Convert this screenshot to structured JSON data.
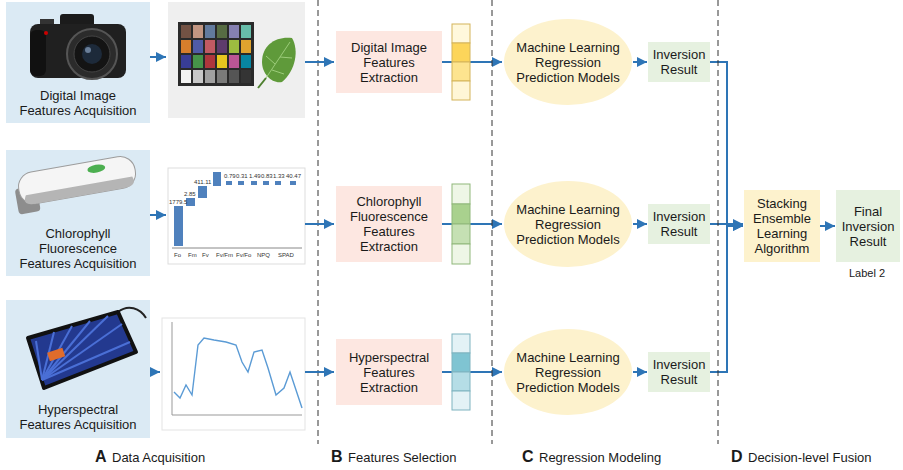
{
  "diagram": {
    "nodes": [
      {
        "text": [
          "Digital Image Features Acquisition"
        ]
      },
      {
        "text": [
          "Digital Image Features Extraction"
        ]
      },
      {
        "text": [
          "Machine Learning Regression Prediction Models"
        ]
      },
      {
        "text": [
          "Inversion Result"
        ]
      },
      {
        "text": [
          "Chlorophyll Fluorescence Features Acquisition"
        ]
      },
      {
        "text": [
          "Chlorophyll Fluorescence Features Extraction"
        ]
      },
      {
        "text": [
          "Machine Learning Regression Prediction Models"
        ]
      },
      {
        "text": [
          "Inversion Result"
        ]
      },
      {
        "text": [
          "Hyperspectral Features Acquisition"
        ]
      },
      {
        "text": [
          "Hyperspectral Features Extraction"
        ]
      },
      {
        "text": [
          "Machine Learning Regression Prediction Models"
        ]
      },
      {
        "text": [
          "Inversion Result"
        ]
      },
      {
        "text": [
          "Stacking Ensemble Learning Algorithm"
        ]
      },
      {
        "text": [
          "Final Inversion Result"
        ]
      }
    ],
    "edges": [
      {
        "from": 1,
        "to": 2,
        "arrow": "to"
      },
      {
        "from": 2,
        "to": 3,
        "arrow": "to"
      },
      {
        "from": 5,
        "to": 6,
        "arrow": "to"
      },
      {
        "from": 6,
        "to": 7,
        "arrow": "to"
      },
      {
        "from": 9,
        "to": 10,
        "arrow": "to"
      },
      {
        "from": 10,
        "to": 11,
        "arrow": "to"
      },
      {
        "from": 3,
        "to": 12,
        "arrow": "to"
      },
      {
        "from": 7,
        "to": 12,
        "arrow": "to"
      },
      {
        "from": 11,
        "to": 12,
        "arrow": "to"
      },
      {
        "from": 12,
        "to": 13,
        "arrow": "to"
      }
    ],
    "labels": [
      "A",
      "Data Acquisition",
      "B",
      "Features Selection",
      "C",
      "Regression Modeling",
      "D",
      "Decision-level Fusion",
      "Label 2",
      "1779.5",
      "2.85",
      "411.11",
      "0.79",
      "0.31",
      "1.49",
      "0.83",
      "1.33",
      "40.47",
      "Fo",
      "Fm",
      "Fv",
      "Fv/Fm",
      "Fv/Fo",
      "NPQ",
      "SPAD"
    ]
  }
}
